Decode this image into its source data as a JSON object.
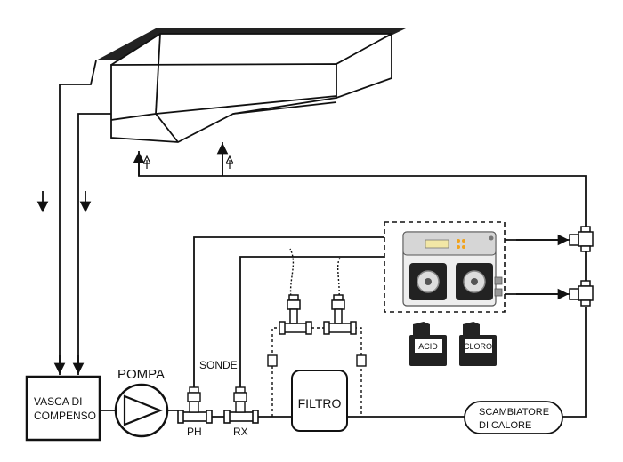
{
  "labels": {
    "tank": [
      "VASCA DI",
      "COMPENSO"
    ],
    "pump": "POMPA",
    "probes": "SONDE",
    "ph": "PH",
    "rx": "RX",
    "filter": "FILTRO",
    "exchanger": [
      "SCAMBIATORE",
      "DI CALORE"
    ],
    "acid": "ACID",
    "chlorine": "CLORO"
  },
  "colors": {
    "line": "#111111",
    "device_body": "#eeeeee",
    "device_panel": "#d6d6d6",
    "display": "#f2e7a6",
    "led": "#f0a21c",
    "canister": "#222222",
    "pool_rim": "#222222"
  },
  "icons": [
    "pool-icon",
    "pump-icon",
    "dosing-controller-icon",
    "flow-cell-icon",
    "probe-icon",
    "canister-icon",
    "flow-direction-arrow-icon"
  ]
}
